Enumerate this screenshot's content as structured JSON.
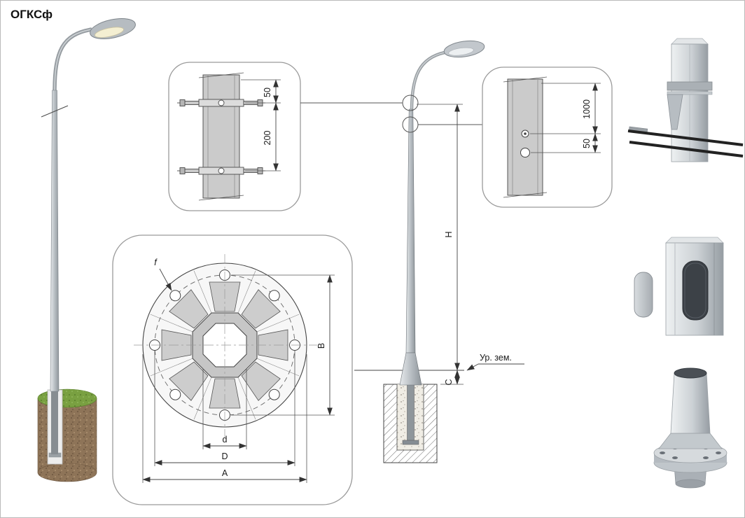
{
  "title": "ОГКСф",
  "detail_clamp": {
    "dim_top": "50",
    "dim_span": "200"
  },
  "detail_hole": {
    "dim_top": "1000",
    "dim_span": "50"
  },
  "flange_view": {
    "hole_label": "f",
    "dim_vertical": "B",
    "dim_inner": "d",
    "dim_bolt_circle": "D",
    "dim_outer": "A"
  },
  "elevation": {
    "dim_height": "H",
    "dim_embed": "C",
    "ground_level_label": "Ур. зем."
  },
  "colors": {
    "pole_gray": "#b9bfc4",
    "soil_brown": "#8e7458",
    "grass_green": "#79a041",
    "drawing_line": "#444444",
    "background": "#ffffff"
  }
}
